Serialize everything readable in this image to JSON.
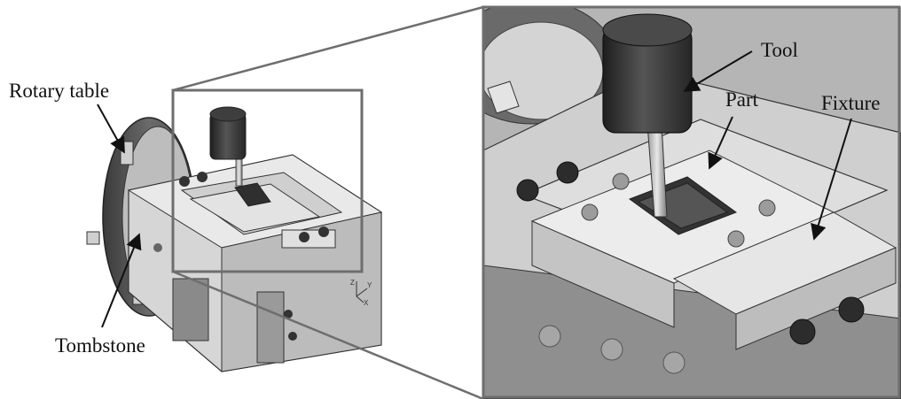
{
  "labels": {
    "rotary_table": "Rotary table",
    "tombstone": "Tombstone",
    "tool": "Tool",
    "part": "Part",
    "fixture": "Fixture"
  },
  "axis_triad": {
    "z": "Z",
    "y": "Y",
    "x": "X"
  },
  "colors": {
    "frame": "#6e6e6e",
    "callout": "#111111",
    "metal_light": "#d8d8d8",
    "metal_mid": "#a8a8a8",
    "metal_dark": "#4a4a4a",
    "tool": "#3a3a3a"
  }
}
